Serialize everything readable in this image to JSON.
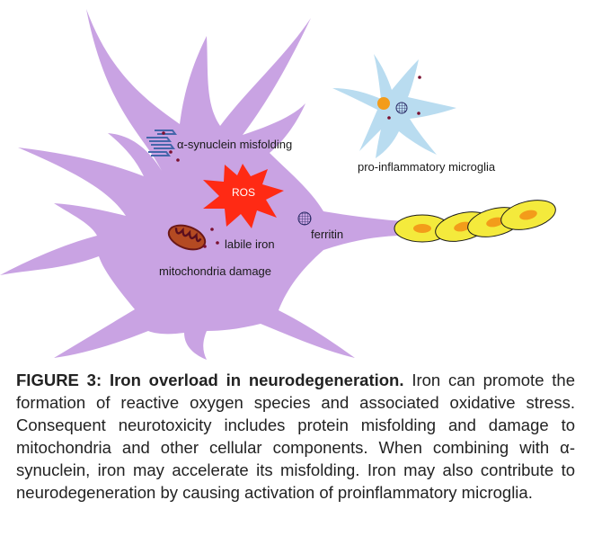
{
  "figure": {
    "labels": {
      "synuclein": "α-synuclein misfolding",
      "ros": "ROS",
      "labile_iron": "labile iron",
      "ferritin": "ferritin",
      "mito_damage": "mitochondria damage",
      "microglia": "pro-inflammatory microglia"
    },
    "colors": {
      "neuron": "#c9a3e3",
      "microglia": "#b9dcf0",
      "ros": "#ff2a14",
      "myelin": "#f4ea3c",
      "mitochondria": "#8a1c2a",
      "ferritin": "#6d6db0",
      "iron_dot": "#7a1030",
      "orange": "#f39c1a"
    }
  },
  "caption": {
    "label": "FIGURE 3:",
    "title": "Iron overload in neurodegeneration.",
    "body": "Iron can promote the formation of reactive oxygen species and associated oxidative stress. Consequent neurotoxicity includes protein misfolding and damage to mitochondria and other cellular components. When combining with α-synuclein, iron may accelerate its misfolding. Iron may also contribute to neurodegeneration by causing activation of proinflammatory microglia."
  }
}
